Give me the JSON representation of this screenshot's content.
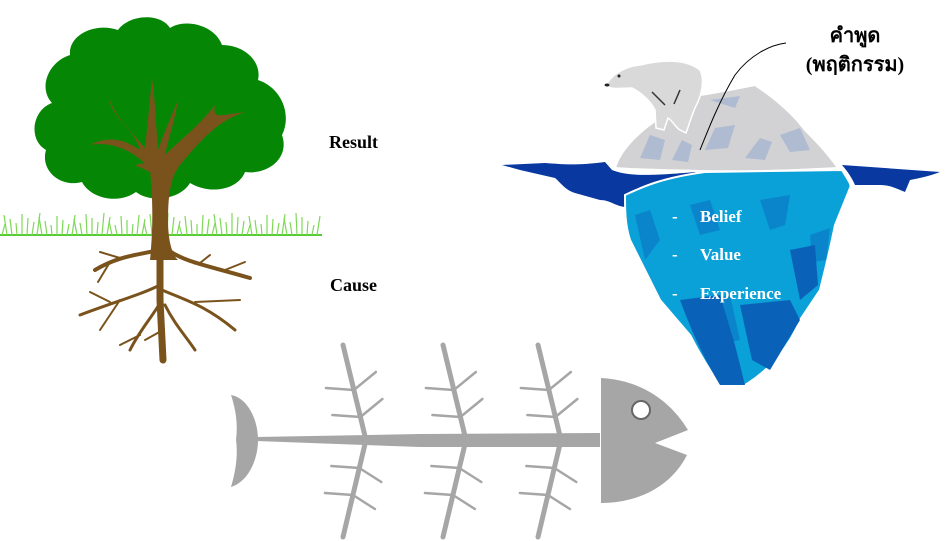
{
  "tree": {
    "result_label": "Result",
    "cause_label": "Cause",
    "colors": {
      "foliage": "#058705",
      "trunk": "#7a531c",
      "grass": "#55cc33"
    }
  },
  "iceberg": {
    "callout": {
      "line1": "คำพูด",
      "line2": "(พฤติกรรม)"
    },
    "items": [
      {
        "bullet": "-",
        "label": "Belief"
      },
      {
        "bullet": "-",
        "label": "Value"
      },
      {
        "bullet": "-",
        "label": "Experience"
      }
    ],
    "colors": {
      "above_water": "#d2d2d4",
      "water_surface": "#0838a0",
      "below_water": "#0aa0d8",
      "deep": "#0a62b8"
    }
  },
  "fishbone": {
    "colors": {
      "bone": "#a6a6a6",
      "eye_ring": "#666666"
    }
  }
}
